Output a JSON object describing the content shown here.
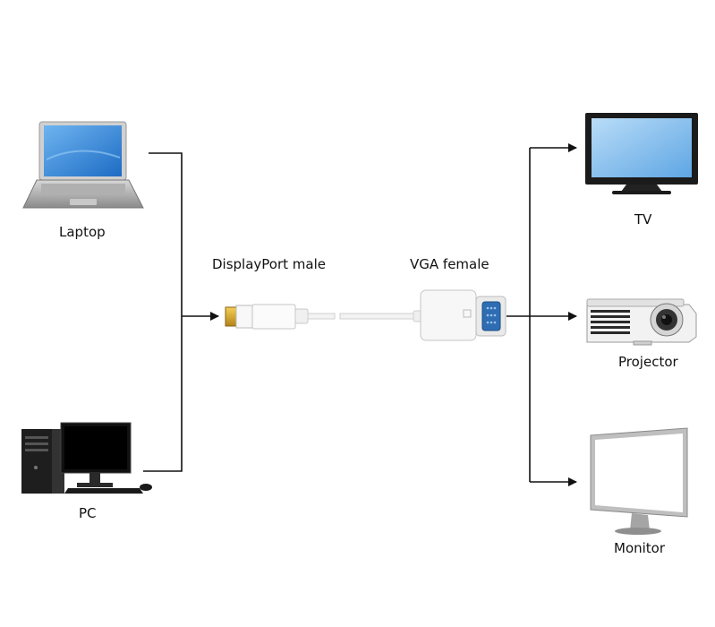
{
  "labels": {
    "laptop": "Laptop",
    "pc": "PC",
    "displayport_male": "DisplayPort male",
    "vga_female": "VGA female",
    "tv": "TV",
    "projector": "Projector",
    "monitor": "Monitor"
  },
  "colors": {
    "line": "#111111",
    "screen_blue": "#2a7fd4",
    "dp_gold": "#d9a520",
    "vga_blue": "#2f6db3",
    "device_dark": "#1b1b1b",
    "adapter_white": "#f4f4f4"
  }
}
